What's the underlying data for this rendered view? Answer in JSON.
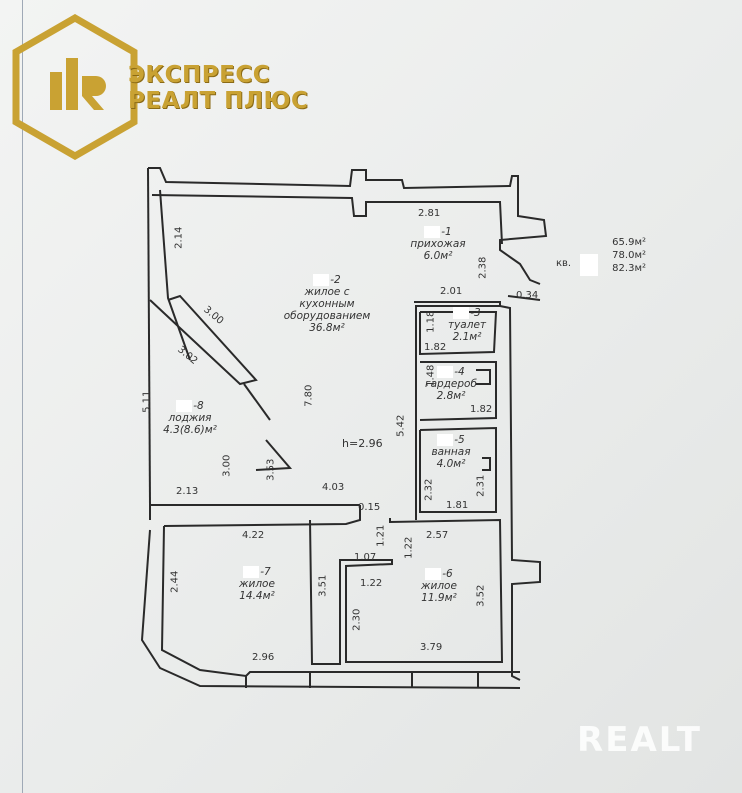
{
  "logo": {
    "line1": "ЭКСПРЕСС",
    "line2": "РЕАЛТ ПЛЮС",
    "color": "#c9a233"
  },
  "rooms": {
    "r1": {
      "num": "-1",
      "name": "прихожая",
      "area": "6.0м²"
    },
    "r2": {
      "num": "-2",
      "name1": "жилое с",
      "name2": "кухонным",
      "name3": "оборудованием",
      "area": "36.8м²"
    },
    "r3": {
      "num": "-3",
      "name": "туалет",
      "area": "2.1м²"
    },
    "r4": {
      "num": "-4",
      "name": "гардероб",
      "area": "2.8м²"
    },
    "r5": {
      "num": "-5",
      "name": "ванная",
      "area": "4.0м²"
    },
    "r6": {
      "num": "-6",
      "name": "жилое",
      "area": "11.9м²"
    },
    "r7": {
      "num": "-7",
      "name": "жилое",
      "area": "14.4м²"
    },
    "r8": {
      "num": "-8",
      "name": "лоджия",
      "area": "4.3(8.6)м²"
    }
  },
  "flat": {
    "prefix": "кв.",
    "area1": "65.9м²",
    "area2": "78.0м²",
    "area3": "82.3м²"
  },
  "height": "h=2.96",
  "dims": {
    "d281": "2.81",
    "d214": "2.14",
    "d238": "2.38",
    "d201": "2.01",
    "d034": "0.34",
    "d300a": "3.00",
    "d302": "3.02",
    "d118": "1.18",
    "d182a": "1.82",
    "d148": "1.48",
    "d182b": "1.82",
    "d780": "7.80",
    "d511": "5.11",
    "d542": "5.42",
    "d300b": "3.00",
    "d353": "3.53",
    "d213": "2.13",
    "d403": "4.03",
    "d015": "0.15",
    "d232": "2.32",
    "d231": "2.31",
    "d181": "1.81",
    "d121": "1.21",
    "d422": "4.22",
    "d257": "2.57",
    "d107": "1.07",
    "d122a": "1.22",
    "d244": "2.44",
    "d351": "3.51",
    "d122b": "1.22",
    "d352": "3.52",
    "d230": "2.30",
    "d296": "2.96",
    "d379": "3.79"
  },
  "watermark": "REALT"
}
